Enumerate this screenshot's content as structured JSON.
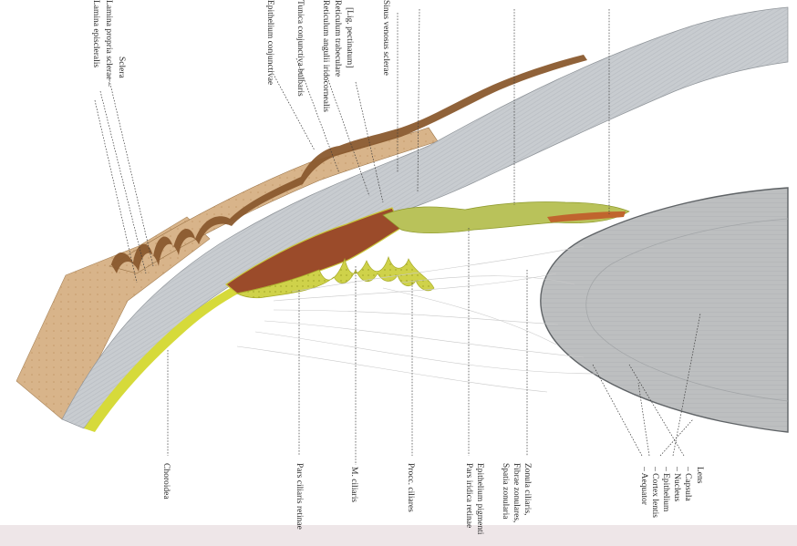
{
  "labels_top": [
    "Sclera",
    "Lamina propria sclerae –",
    "Lamina episcleralis",
    "Epithelium conjunctivae",
    "Tunica conjunctiva bulbaris",
    "Reticulum angulii iridocornealis",
    "Reticulum trabeculare",
    "[Lig. pectinatum]",
    "Sinus venosus sclerae"
  ],
  "labels_bottom": [
    "Choroidea",
    "Pars ciliaris retinae",
    "M. ciliaris",
    "Procc. ciliares",
    "Pars iridica retinae",
    "Epithelium pigmenti",
    "Zonula ciliaris,",
    "Fibrae zonulares,",
    "Spatia zonularia"
  ],
  "labels_lens": [
    "Lens",
    "– Capsula",
    "– Nucleus",
    "– Epithelium",
    "– Cortex lentis",
    "– Aequator"
  ],
  "colors": {
    "sclera_gray": "#c8ccd0",
    "conjunctiva_tan": "#d8b48a",
    "pigment_brown": "#8a5a2e",
    "ciliary_yellow": "#d8dc3c",
    "iris_green": "#b9c25a",
    "lens_gray": "#bdbfc0",
    "bottom_band": "#eee6e8"
  }
}
